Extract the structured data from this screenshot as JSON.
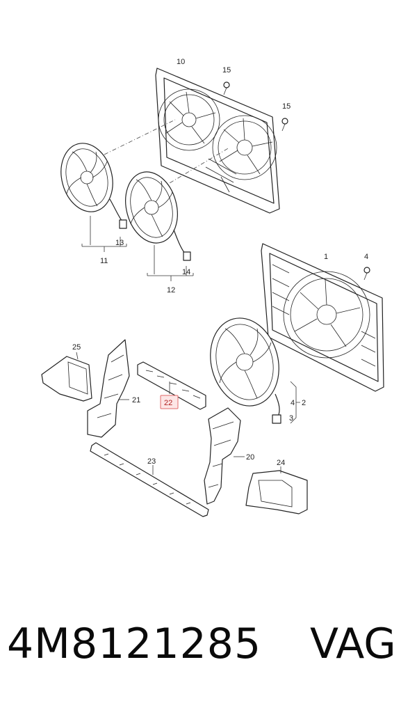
{
  "callouts": {
    "c1": "1",
    "c2": "2",
    "c3": "3",
    "c4a": "4",
    "c4b": "4",
    "c10": "10",
    "c11": "11",
    "c12": "12",
    "c13": "13",
    "c14": "14",
    "c15a": "15",
    "c15b": "15",
    "c20": "20",
    "c21": "21",
    "c22": "22",
    "c23": "23",
    "c24": "24",
    "c25": "25"
  },
  "highlighted_callout": "22",
  "colors": {
    "highlight_fill": "#fde6e6",
    "highlight_stroke": "#e26a6a"
  },
  "footer": {
    "part_number": "4M8121285",
    "brand": "VAG"
  }
}
